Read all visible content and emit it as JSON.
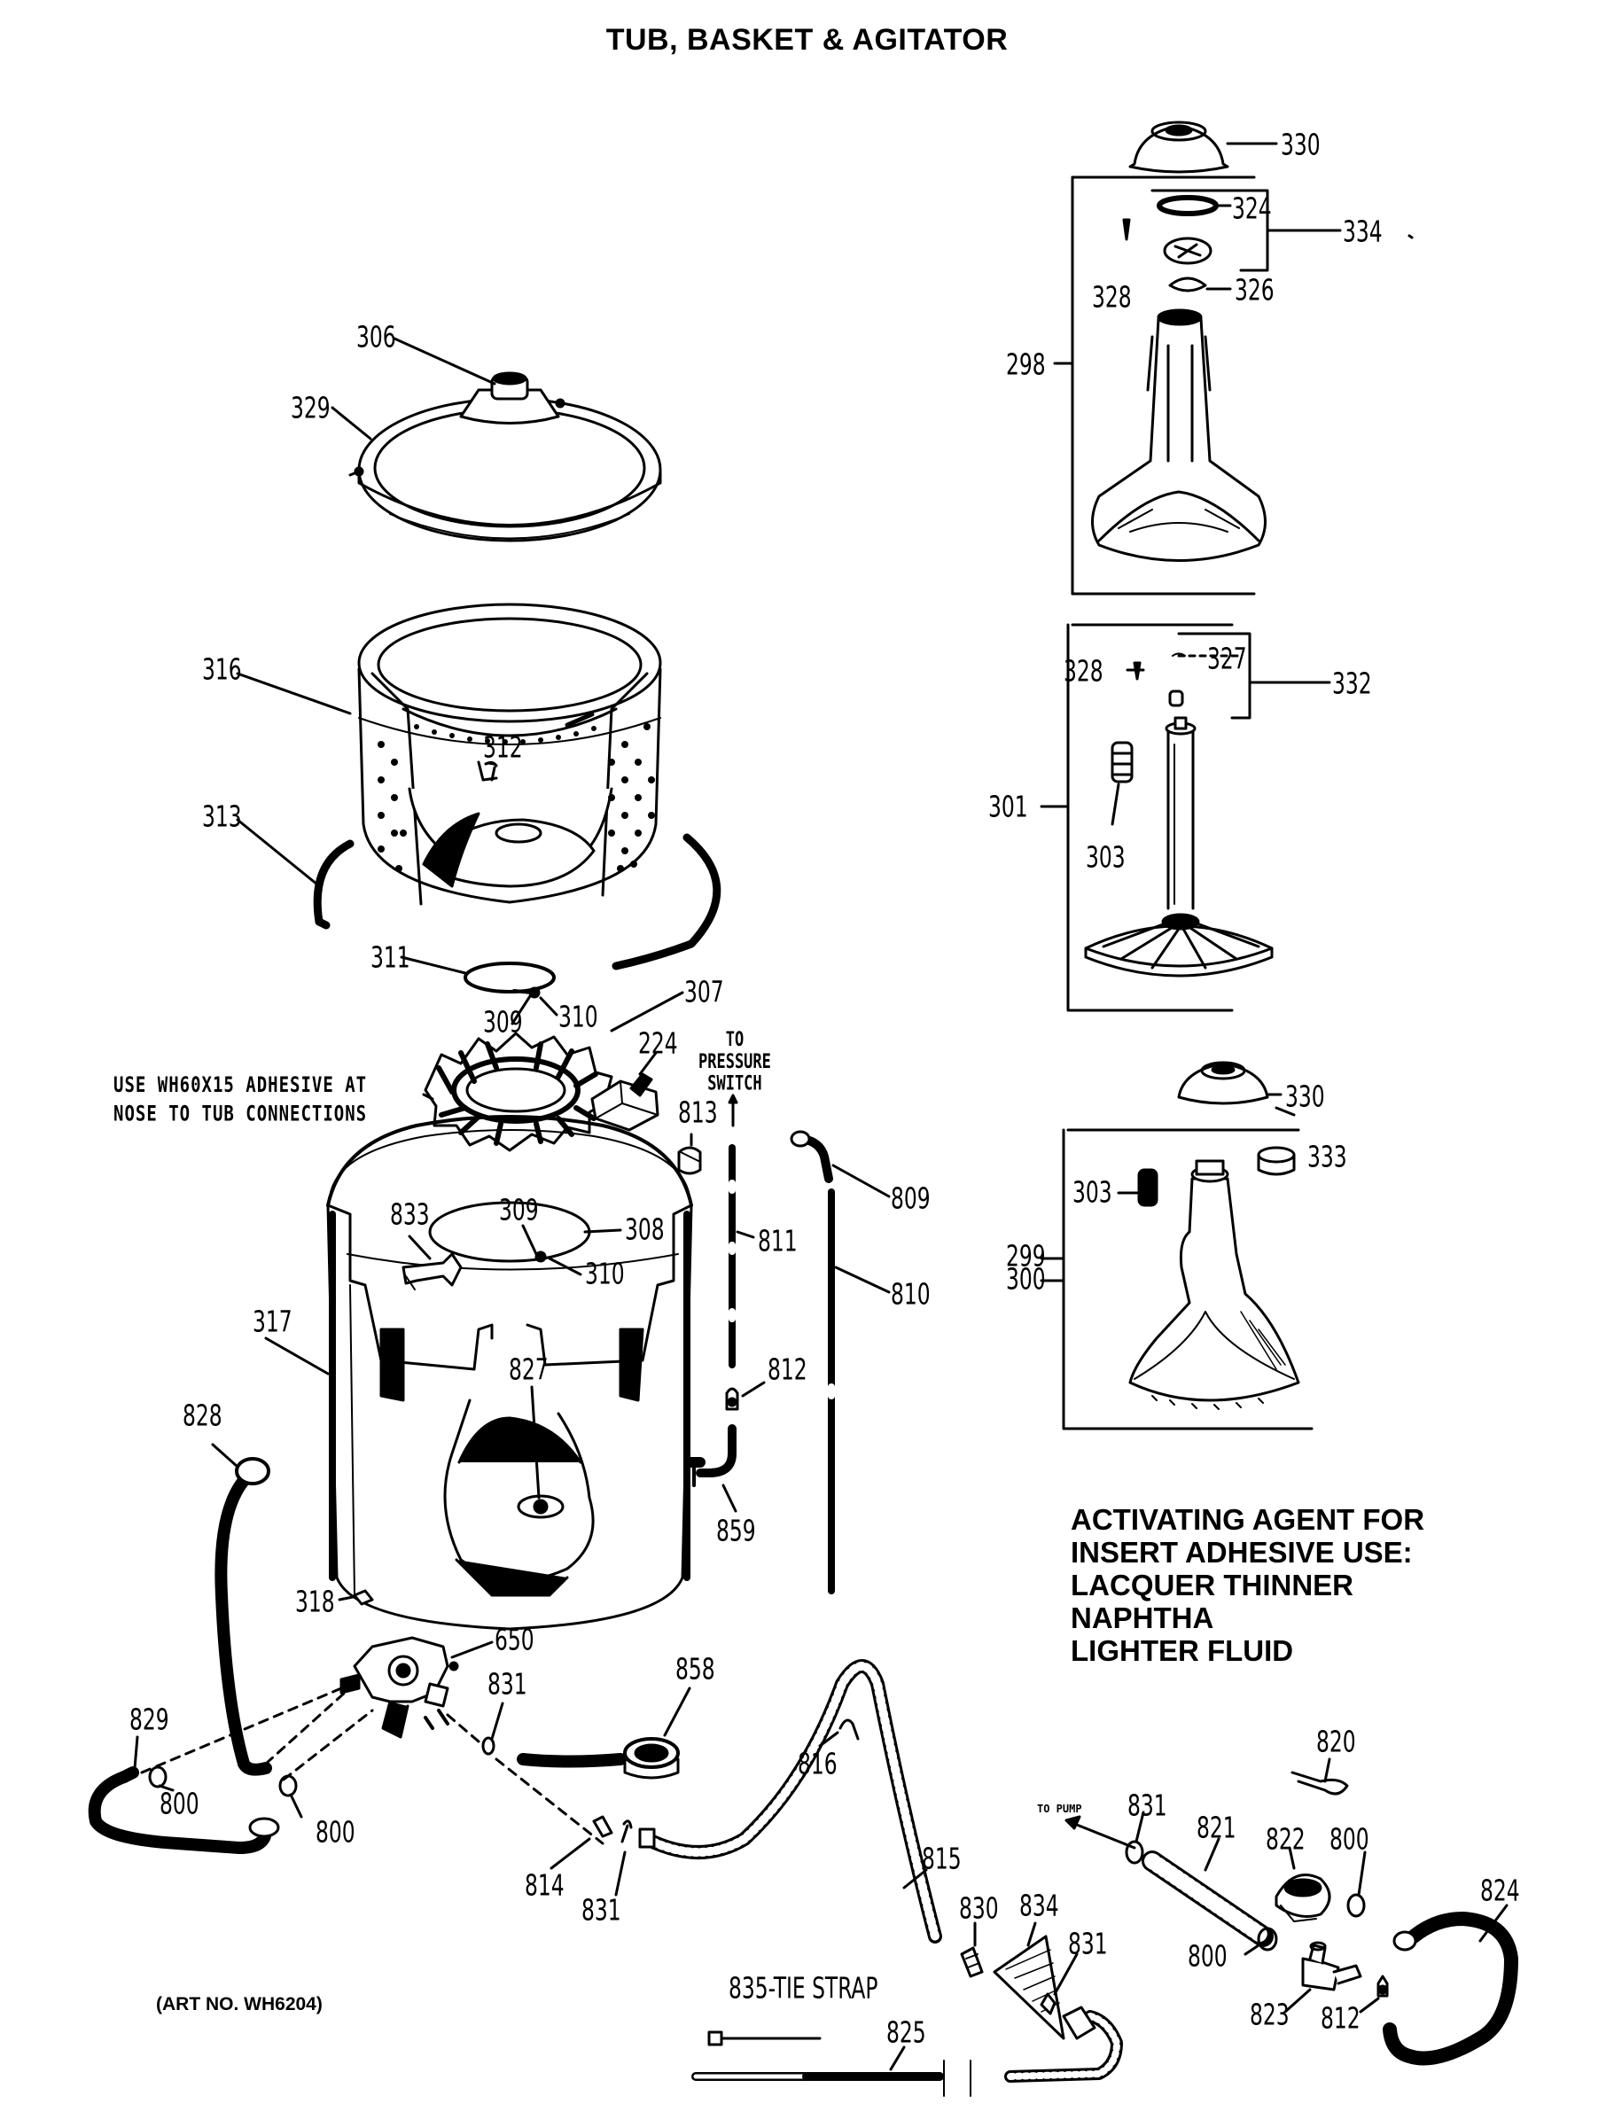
{
  "title": "TUB, BASKET & AGITATOR",
  "notes": {
    "activating_agent": [
      "ACTIVATING AGENT FOR",
      "INSERT ADHESIVE USE:",
      "LACQUER THINNER",
      "NAPHTHA",
      "LIGHTER FLUID"
    ],
    "adhesive": [
      "USE WH60X15 ADHESIVE AT",
      "NOSE TO TUB CONNECTIONS"
    ],
    "art_no": "(ART NO. WH6204)",
    "to_pressure_switch": [
      "TO",
      "PRESSURE",
      "SWITCH"
    ],
    "to_pump": "TO PUMP"
  },
  "parts": {
    "p330a": "330",
    "p324": "324",
    "p334": "334",
    "p328a": "328",
    "p326": "326",
    "p298": "298",
    "p306": "306",
    "p329": "329",
    "p316": "316",
    "p312": "312",
    "p313": "313",
    "p327": "327",
    "p328b": "328",
    "p332": "332",
    "p301": "301",
    "p303a": "303",
    "p311": "311",
    "p309a": "309",
    "p310a": "310",
    "p307": "307",
    "p224": "224",
    "p813": "813",
    "p330b": "330",
    "p333": "333",
    "p303b": "303",
    "p299": "299",
    "p300": "300",
    "p833": "833",
    "p309b": "309",
    "p308": "308",
    "p310b": "310",
    "p811": "811",
    "p809": "809",
    "p810": "810",
    "p317": "317",
    "p827": "827",
    "p812a": "812",
    "p828": "828",
    "p859": "859",
    "p318": "318",
    "p650": "650",
    "p829": "829",
    "p831a": "831",
    "p858": "858",
    "p816": "816",
    "p800a": "800",
    "p800b": "800",
    "p820": "820",
    "p831b": "831",
    "p821": "821",
    "p822": "822",
    "p800c": "800",
    "p824": "824",
    "p814": "814",
    "p831c": "831",
    "p815": "815",
    "p830": "830",
    "p834": "834",
    "p831d": "831",
    "p800d": "800",
    "p823": "823",
    "p812b": "812",
    "p835": "835-TIE STRAP",
    "p825": "825"
  }
}
